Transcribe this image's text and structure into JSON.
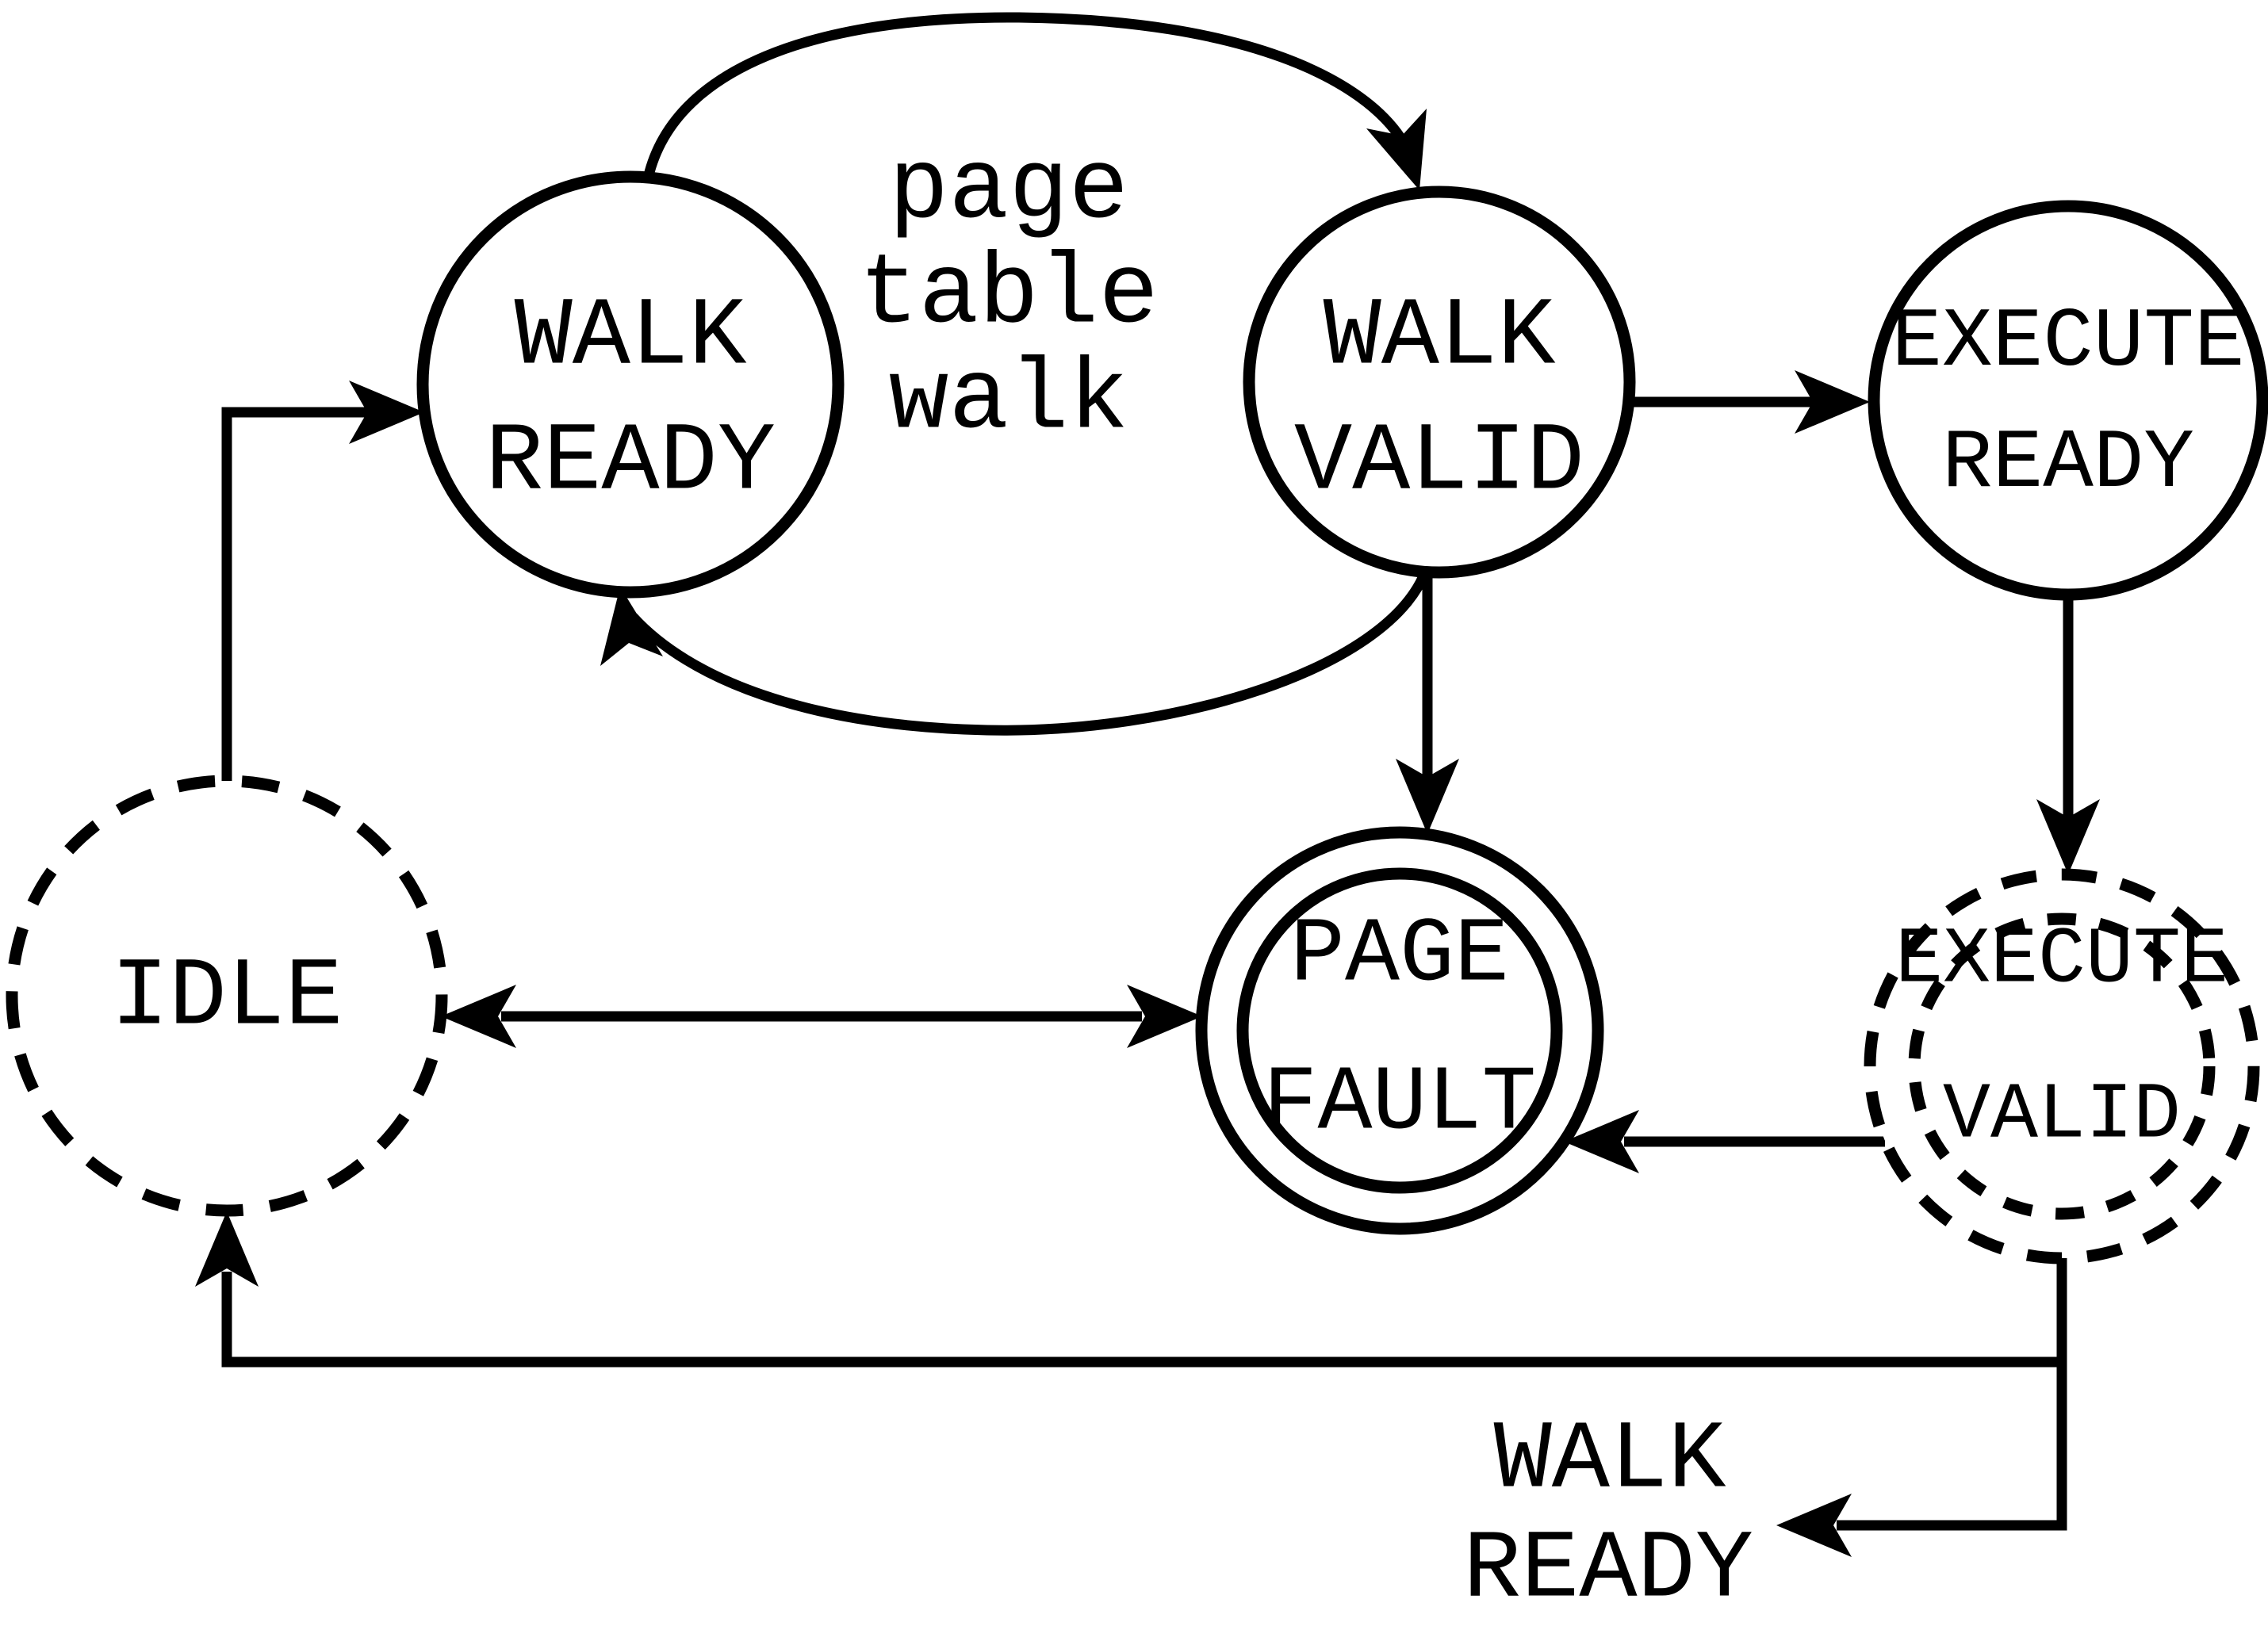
{
  "colors": {
    "ink": "#000000",
    "background": "#ffffff"
  },
  "states": {
    "walk_ready": {
      "label": "WALK READY",
      "line1": "WALK",
      "line2": "READY",
      "outline": "solid-single"
    },
    "walk_valid": {
      "label": "WALK VALID",
      "line1": "WALK",
      "line2": "VALID",
      "outline": "solid-single"
    },
    "execute_ready": {
      "label": "EXECUTE READY",
      "line1": "EXECUTE",
      "line2": "READY",
      "outline": "solid-single"
    },
    "idle": {
      "label": "IDLE",
      "line1": "IDLE",
      "outline": "dashed-single"
    },
    "page_fault": {
      "label": "PAGE FAULT",
      "line1": "PAGE",
      "line2": "FAULT",
      "outline": "solid-double"
    },
    "execute_valid": {
      "label": "EXECUTE VALID",
      "line1": "EXECUTE",
      "line2": "VALID",
      "outline": "dashed-double"
    }
  },
  "edge_labels": {
    "page_table_walk": {
      "line1": "page",
      "line2": "table",
      "line3": "walk"
    },
    "walk_ready_target": {
      "line1": "WALK",
      "line2": "READY"
    }
  },
  "transitions": [
    {
      "from": "WALK READY",
      "to": "WALK VALID",
      "label": "page table walk",
      "style": "curved-arc-top"
    },
    {
      "from": "WALK VALID",
      "to": "WALK READY",
      "label": "page table walk",
      "style": "curved-arc-bottom"
    },
    {
      "from": "WALK VALID",
      "to": "EXECUTE READY",
      "label": "",
      "style": "straight-right"
    },
    {
      "from": "WALK VALID",
      "to": "PAGE FAULT",
      "label": "",
      "style": "straight-down"
    },
    {
      "from": "EXECUTE READY",
      "to": "EXECUTE VALID",
      "label": "",
      "style": "straight-down"
    },
    {
      "from": "EXECUTE VALID",
      "to": "PAGE FAULT",
      "label": "",
      "style": "straight-left"
    },
    {
      "from": "IDLE",
      "to": "PAGE FAULT",
      "label": "",
      "style": "double-headed-horizontal"
    },
    {
      "from": "PAGE FAULT",
      "to": "IDLE",
      "label": "",
      "style": "double-headed-horizontal"
    },
    {
      "from": "IDLE",
      "to": "WALK READY",
      "label": "",
      "style": "elbow-up-right"
    },
    {
      "from": "EXECUTE VALID",
      "to": "IDLE",
      "label": "",
      "style": "elbow-bottom-left-up"
    },
    {
      "from": "EXECUTE VALID",
      "to": "WALK READY",
      "label": "WALK READY",
      "style": "elbow-bottom-arrow-left"
    }
  ]
}
